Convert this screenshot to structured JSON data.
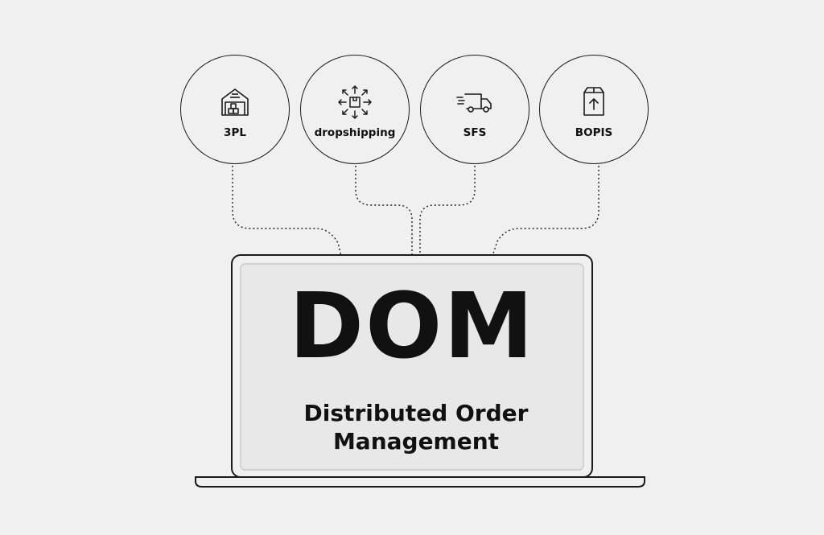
{
  "diagram": {
    "nodes": [
      {
        "id": "3pl",
        "label": "3PL",
        "icon": "warehouse-icon"
      },
      {
        "id": "dropshipping",
        "label": "dropshipping",
        "icon": "package-distribution-icon"
      },
      {
        "id": "sfs",
        "label": "SFS",
        "icon": "delivery-truck-icon"
      },
      {
        "id": "bopis",
        "label": "BOPIS",
        "icon": "box-upload-icon"
      }
    ],
    "hub": {
      "title": "DOM",
      "subtitle_line1": "Distributed Order",
      "subtitle_line2": "Management",
      "icon": "laptop-icon"
    },
    "colors": {
      "background": "#f0f0f0",
      "stroke": "#1a1a1a",
      "screen_inner": "#e8e8e8"
    }
  }
}
